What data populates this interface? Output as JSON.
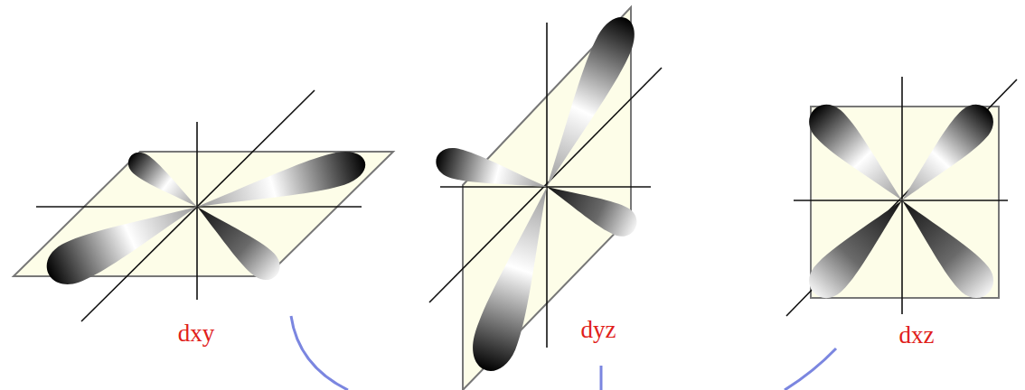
{
  "diagram": {
    "labels": [
      "dxy",
      "dyz",
      "dxz"
    ]
  }
}
